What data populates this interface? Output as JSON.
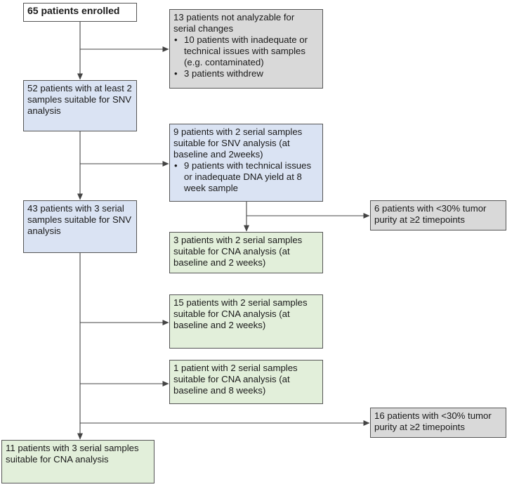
{
  "colors": {
    "border": "#555555",
    "white": "#ffffff",
    "gray": "#d9d9d9",
    "blue": "#dae3f3",
    "green": "#e2efda",
    "line": "#444444"
  },
  "boxes": {
    "enrolled": "65 patients enrolled",
    "not_analyzable": {
      "title": "13 patients not analyzable for serial changes",
      "items": [
        "10 patients with inadequate or technical issues with samples (e.g. contaminated)",
        "3 patients withdrew"
      ]
    },
    "snv_two_samples": "52 patients with at least 2 samples suitable for SNV analysis",
    "snv_serial_2": {
      "title": "9 patients with 2 serial samples suitable for SNV analysis (at baseline and 2weeks)",
      "items": [
        "9 patients with technical issues or inadequate DNA yield at 8 week sample"
      ]
    },
    "purity_6": "6 patients with <30% tumor purity at ≥2 timepoints",
    "snv_three_samples": "43 patients with 3 serial samples suitable for SNV analysis",
    "cna_3_baseline_2wk": "3 patients with 2 serial samples suitable for CNA analysis (at baseline and 2 weeks)",
    "cna_15_baseline_2wk": "15 patients with 2 serial samples suitable for CNA analysis (at baseline and 2 weeks)",
    "cna_1_baseline_8wk": "1 patient with 2 serial samples suitable for CNA analysis (at baseline and 8 weeks)",
    "purity_16": "16 patients with <30% tumor purity at ≥2 timepoints",
    "cna_11_three": "11 patients with 3 serial samples suitable for CNA analysis"
  }
}
